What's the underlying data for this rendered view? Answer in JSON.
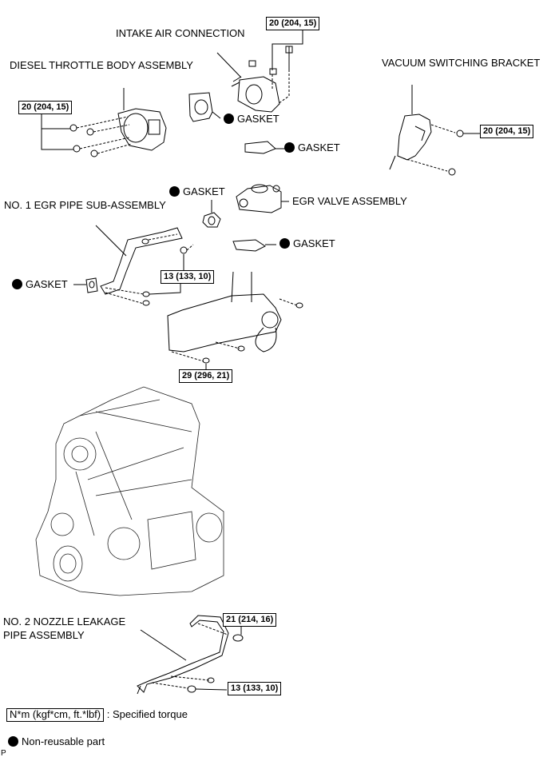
{
  "parts": {
    "intake_air_connection": "INTAKE AIR CONNECTION",
    "diesel_throttle_body": "DIESEL THROTTLE BODY ASSEMBLY",
    "vacuum_switching_bracket": "VACUUM SWITCHING BRACKET",
    "no1_egr_pipe": "NO. 1 EGR PIPE SUB-ASSEMBLY",
    "egr_valve": "EGR VALVE ASSEMBLY",
    "no2_nozzle_leakage_pipe_line1": "NO. 2 NOZZLE LEAKAGE",
    "no2_nozzle_leakage_pipe_line2": "PIPE ASSEMBLY"
  },
  "gaskets": {
    "gasket_1": "GASKET",
    "gasket_2": "GASKET",
    "gasket_3": "GASKET",
    "gasket_4": "GASKET",
    "gasket_5": "GASKET"
  },
  "torques": {
    "intake_air_connection": "20 (204, 15)",
    "throttle_body": "20 (204, 15)",
    "vacuum_bracket": "20 (204, 15)",
    "egr_pipe": "13 (133, 10)",
    "intake_manifold": "29 (296, 21)",
    "nozzle_pipe_upper": "21 (214, 16)",
    "nozzle_pipe_lower": "13 (133, 10)"
  },
  "legend": {
    "torque_unit": "N*m (kgf*cm, ft.*lbf)",
    "torque_desc": ": Specified torque",
    "nonreusable_desc": "Non-reusable part"
  },
  "footer_mark": "P"
}
